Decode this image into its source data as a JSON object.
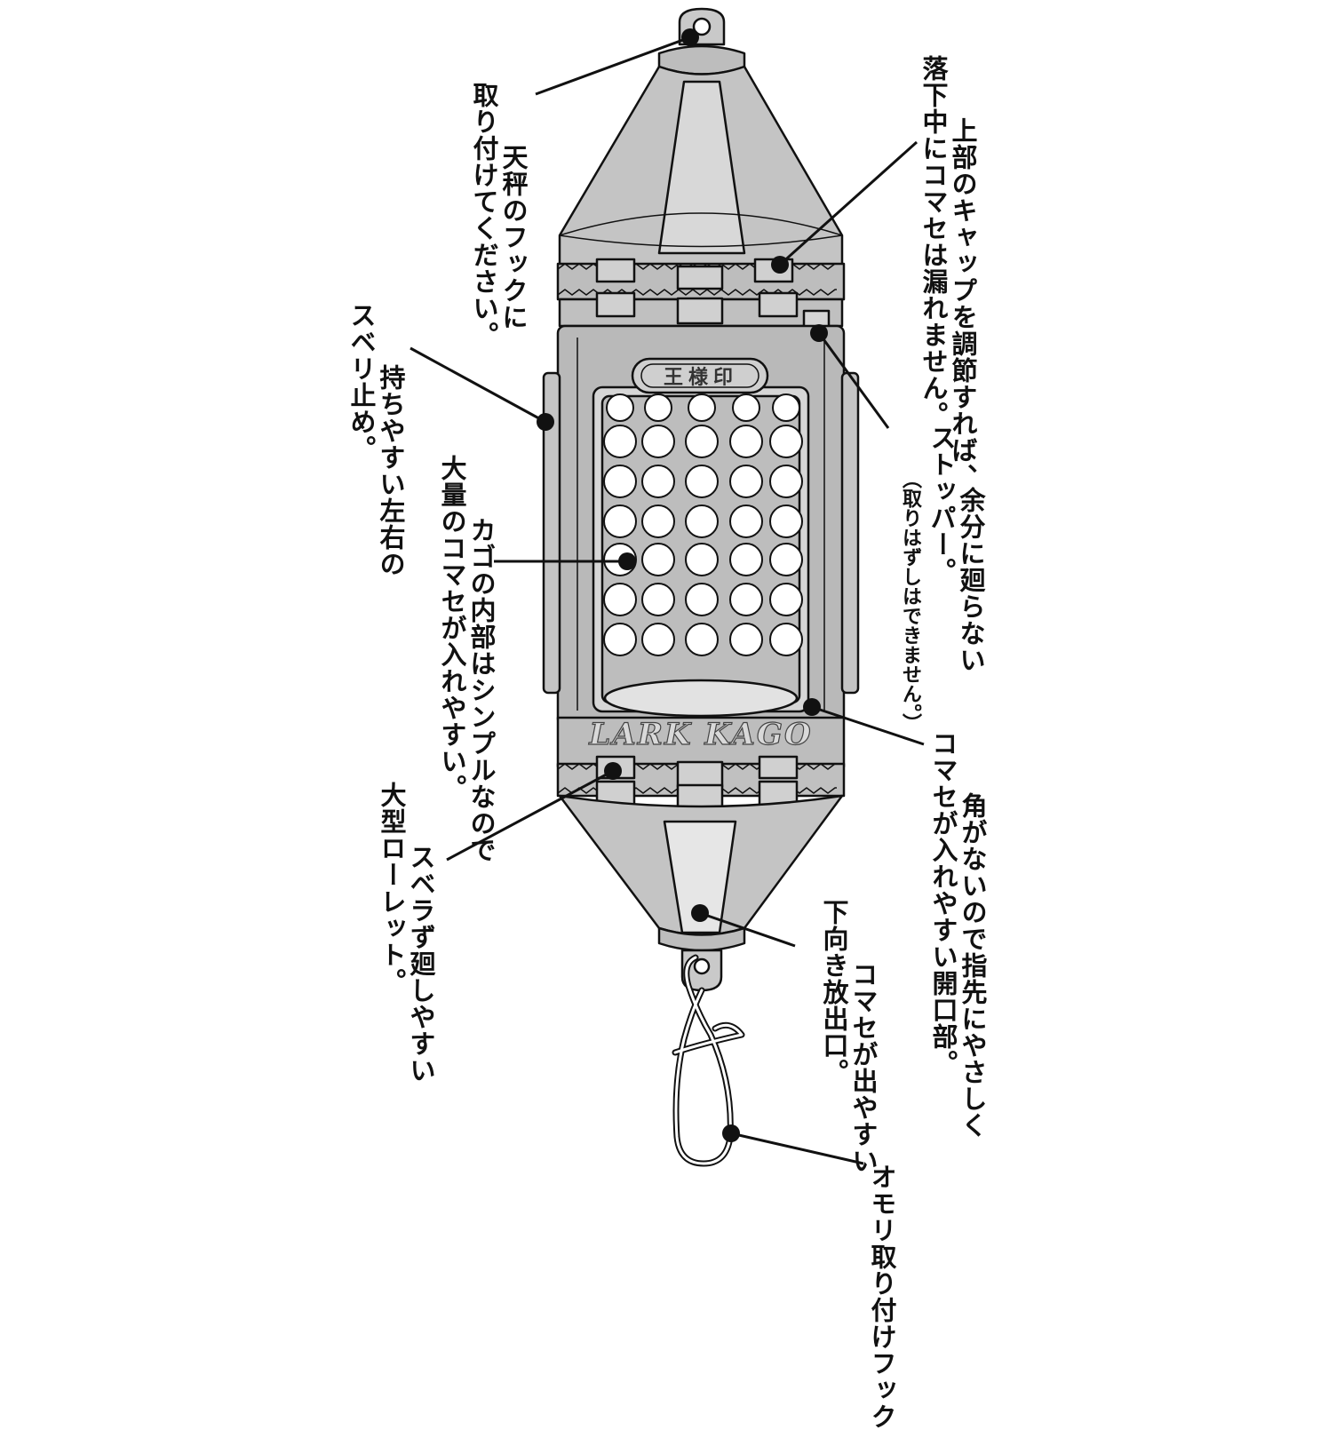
{
  "product": {
    "badge_text": "王様印",
    "brand_text": "LARK KAGO"
  },
  "annotations": [
    {
      "id": "hook-top",
      "lines": [
        "天秤のフックに",
        "取り付けてください。"
      ]
    },
    {
      "id": "top-cap",
      "lines": [
        "上部のキャップを調節すれば、",
        "落下中にコマセは漏れません。"
      ]
    },
    {
      "id": "side-grip",
      "lines": [
        "持ちやすい左右の",
        "スベリ止め。"
      ]
    },
    {
      "id": "stopper",
      "lines": [
        "余分に廻らない",
        "ストッパー。"
      ],
      "note": "（取りはずしはできません。）"
    },
    {
      "id": "basket-interior",
      "lines": [
        "カゴの内部はシンプルなので",
        "大量のコマセが入れやすい。"
      ]
    },
    {
      "id": "opening",
      "lines": [
        "角がないので指先にやさしく",
        "コマセが入れやすい開口部。"
      ]
    },
    {
      "id": "knurl",
      "lines": [
        "スベラず廻しやすい",
        "大型ローレット。"
      ]
    },
    {
      "id": "outlet",
      "lines": [
        "コマセが出やすい",
        "下向き放出口。"
      ]
    },
    {
      "id": "weight-hook",
      "lines": [
        "オモリ取り付けフック"
      ]
    }
  ],
  "colors": {
    "line": "#111111",
    "body_gray": "#b9b9b9",
    "body_light": "#d9d9d9",
    "hole": "#ffffff"
  }
}
